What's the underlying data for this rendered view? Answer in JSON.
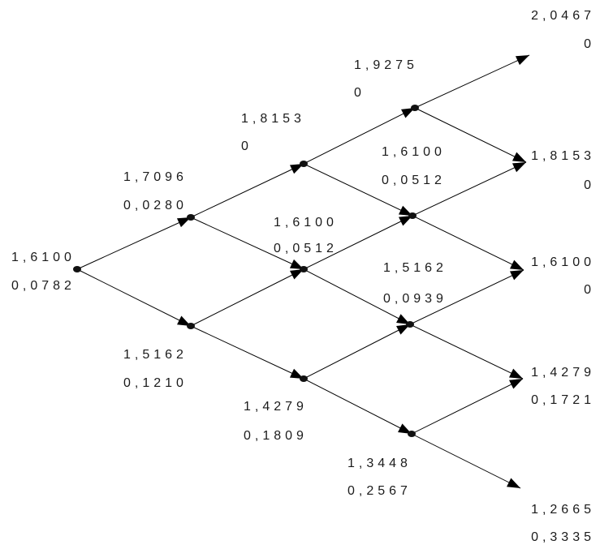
{
  "nodes": [
    {
      "id": "n0_0",
      "price": "1,6100",
      "value": "0,0782"
    },
    {
      "id": "n1_0",
      "price": "1,7096",
      "value": "0,0280"
    },
    {
      "id": "n1_1",
      "price": "1,5162",
      "value": "0,1210"
    },
    {
      "id": "n2_0",
      "price": "1,8153",
      "value": "0"
    },
    {
      "id": "n2_1",
      "price": "1,6100",
      "value": "0,0512"
    },
    {
      "id": "n2_2",
      "price": "1,4279",
      "value": "0,1809"
    },
    {
      "id": "n3_0",
      "price": "1,9275",
      "value": "0"
    },
    {
      "id": "n3_1",
      "price": "1,6100",
      "value": "0,0512"
    },
    {
      "id": "n3_2",
      "price": "1,5162",
      "value": "0,0939"
    },
    {
      "id": "n3_3",
      "price": "1,3448",
      "value": "0,2567"
    },
    {
      "id": "n4_0",
      "price": "2,0467",
      "value": "0"
    },
    {
      "id": "n4_1",
      "price": "1,8153",
      "value": "0"
    },
    {
      "id": "n4_2",
      "price": "1,6100",
      "value": "0"
    },
    {
      "id": "n4_3",
      "price": "1,4279",
      "value": "0,1721"
    },
    {
      "id": "n4_4",
      "price": "1,2665",
      "value": "0,3335"
    }
  ]
}
